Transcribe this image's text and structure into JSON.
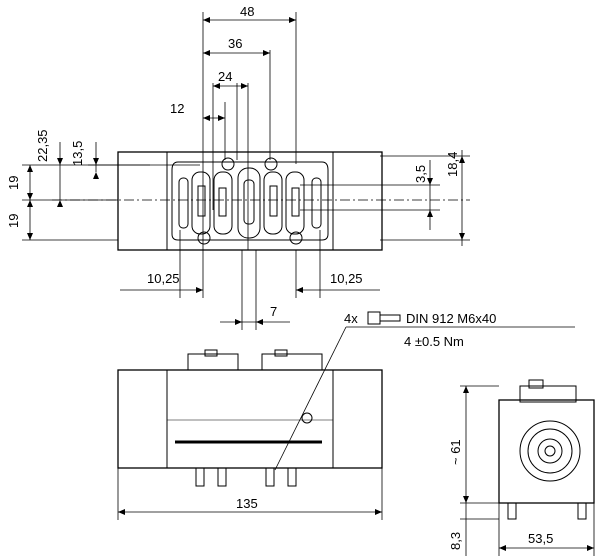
{
  "top_view": {
    "dims": {
      "d48": "48",
      "d36": "36",
      "d24": "24",
      "d12": "12",
      "d22_35": "22,35",
      "d13_5": "13,5",
      "d19_upper": "19",
      "d19_lower": "19",
      "d3_5": "3,5",
      "d18_4": "18,4",
      "d10_25_left": "10,25",
      "d10_25_right": "10,25",
      "d7": "7"
    }
  },
  "screw_label": {
    "qty": "4x",
    "spec": "DIN 912 M6x40",
    "torque": "4 ±0.5 Nm"
  },
  "front_view": {
    "dims": {
      "length": "135"
    }
  },
  "side_view": {
    "dims": {
      "height": "~ 61",
      "depth": "53,5",
      "pin": "8,3"
    }
  }
}
